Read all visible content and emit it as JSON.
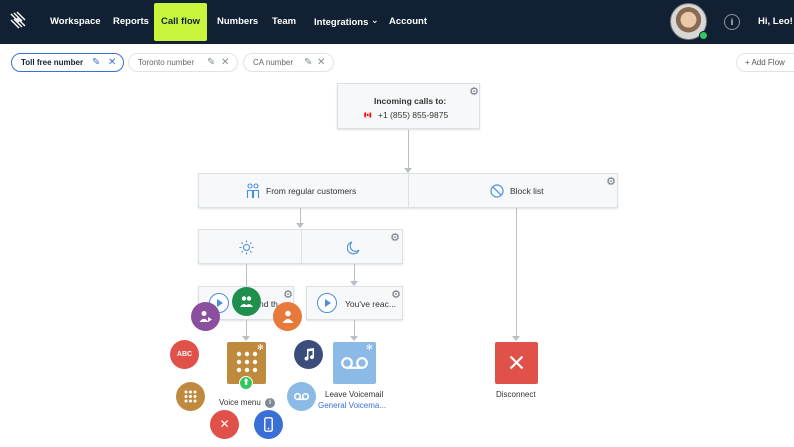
{
  "nav": {
    "items": [
      "Workspace",
      "Reports",
      "Call flow",
      "Numbers",
      "Team",
      "Integrations",
      "Account"
    ],
    "integrations_caret": "⌄",
    "greeting": "Hi, Leo!",
    "info": "i"
  },
  "tabs": [
    {
      "label": "Toll free number",
      "active": true
    },
    {
      "label": "Toronto number",
      "active": false
    },
    {
      "label": "CA number",
      "active": false
    }
  ],
  "tab_icons": {
    "edit": "✎",
    "close": "✕"
  },
  "add_flow": "+ Add Flow",
  "incoming": {
    "title": "Incoming calls to:",
    "number": "+1 (855) 855-9875",
    "flag": "🇨🇦"
  },
  "split": {
    "left_label": "From regular customers",
    "right_label": "Block list"
  },
  "greeting_node": {
    "left_text": "nd th",
    "right_text": "You've reac..."
  },
  "voice_menu": {
    "label": "Voice menu",
    "info": "i",
    "options": [
      "ABC"
    ]
  },
  "voicemail": {
    "label": "Leave Voicemail",
    "link": "General Voicema..."
  },
  "disconnect": {
    "label": "Disconnect"
  },
  "colors": {
    "nav_bg": "#112133",
    "accent": "#c9f53c",
    "link": "#3a6fd6",
    "disconnect": "#e0514a",
    "voicemail": "#8bbae6",
    "voice_menu": "#c08a3e"
  }
}
